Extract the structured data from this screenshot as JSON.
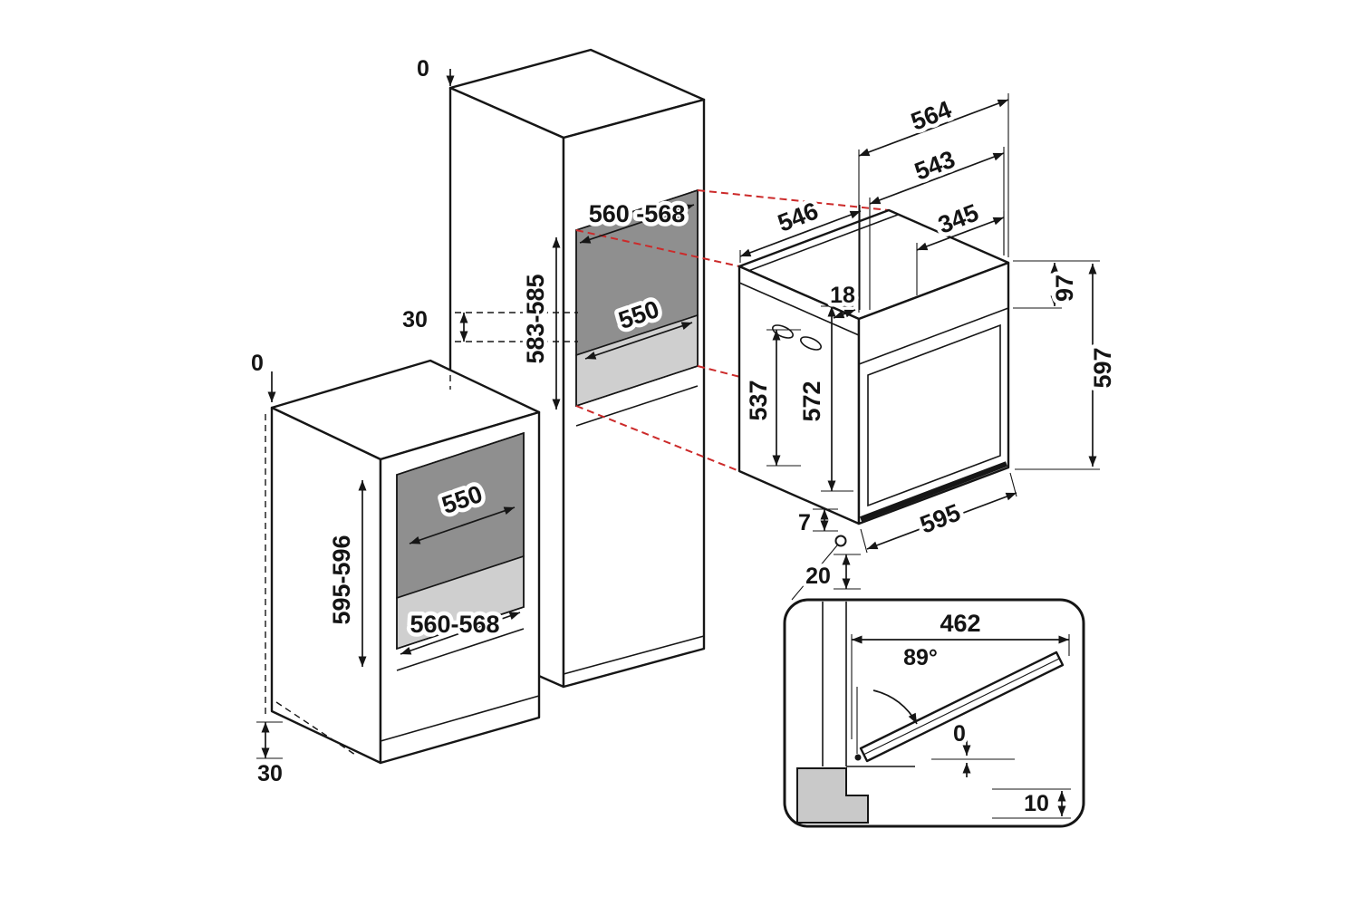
{
  "title": "Built-in oven installation dimensions diagram",
  "colors": {
    "line": "#161616",
    "alignment_red": "#cc2a2a",
    "niche_back_panel": "#8f8f8f",
    "niche_floor": "#cfcfcf",
    "inset_base_gray": "#c9c9c9"
  },
  "base_cabinet": {
    "top_gap": "0",
    "niche_depth": "550",
    "niche_height": "595-596",
    "niche_width": "560-568",
    "bottom_gap": "30"
  },
  "tall_cabinet": {
    "top_gap": "0",
    "niche_width": "560 -568",
    "niche_height": "583-585",
    "niche_depth": "550",
    "rear_gap": "30"
  },
  "oven": {
    "overall_width": "564",
    "body_width": "543",
    "body_depth": "546",
    "control_width": "345",
    "top_offset": "18",
    "control_height": "97",
    "overall_height": "597",
    "inner_depth": "537",
    "body_height": "572",
    "front_width": "595",
    "foot_gap": "7",
    "base_gap": "20"
  },
  "door_detail": {
    "door_length": "462",
    "open_angle": "89°",
    "top_gap": "0",
    "bottom_gap": "10"
  }
}
